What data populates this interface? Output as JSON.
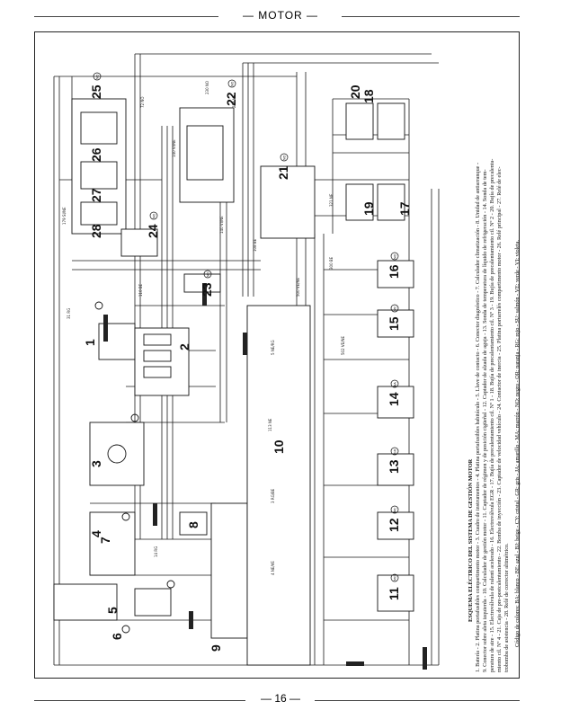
{
  "header": {
    "title": "— MOTOR —"
  },
  "footer": {
    "page_number": "— 16 —"
  },
  "caption": {
    "heading": "ESQUEMA ELÉCTRICO DEL SISTEMA DE GESTIÓN MOTOR",
    "line1": "1. Batería - 2. Platina portafusibles compartimento motor - 3. Cuadro de instrumentos - 4. Platina portafusibles habitáculo - 5. Llave de contacto - 6. Conector diagnóstico - 7. Calculador climatización - 8. Unidad de antiarranque -",
    "line2": "9. Conector sobre aleta izquierda - 10. Calculador de gestión motor - 11. Captador de régimen y de posición cigüeñal - 12. Captador de alzada de aguja - 13. Sonda de temperatura de líquido de refrigeración - 14. Sonda de tem-",
    "line3": "peratura de aire - 15. Electroválvula de ralentí acelerado - 16. Electroválvula EGR - 17. Bujía de precalentamiento cil. Nº 1 - 18. Bujía de precalentamiento cil. Nº 3 - 19. Bujía de precalentamiento cil. Nº 2 - 20. Bujía de precalenta-",
    "line4": "miento cil. Nº 4 - 21. Caja de pre-postcalentamiento - 22. Bomba de inyección - 23. Captador de velocidad vehículo - 24. Contactor de inercia - 25. Platina portarrelés compartimento motor - 26. Relé principal - 27. Relé de elec-",
    "line5": "trobomba de asistencia - 28. Relé de corrector altimétrico.",
    "colors": "Código de colores: BA: blanco - BE: azul - BJ: beige - CY: cristal - GR: gris - JA: amarillo - MA: marrón - NO: negro - OR: naranja - RG: rojo - SU: salmón - VE: verde - VI: violeta."
  },
  "components": [
    {
      "num": "1"
    },
    {
      "num": "2"
    },
    {
      "num": "3"
    },
    {
      "num": "4"
    },
    {
      "num": "5"
    },
    {
      "num": "6"
    },
    {
      "num": "7"
    },
    {
      "num": "8"
    },
    {
      "num": "9"
    },
    {
      "num": "10"
    },
    {
      "num": "11",
      "tag": "MC"
    },
    {
      "num": "12",
      "tag": "MC"
    },
    {
      "num": "13",
      "tag": "GR"
    },
    {
      "num": "14",
      "tag": "BA"
    },
    {
      "num": "15",
      "tag": "MC"
    },
    {
      "num": "16",
      "tag": "NO"
    },
    {
      "num": "17"
    },
    {
      "num": "18"
    },
    {
      "num": "19"
    },
    {
      "num": "20"
    },
    {
      "num": "21",
      "tag": "NO"
    },
    {
      "num": "22",
      "tag": "NO"
    },
    {
      "num": "23",
      "tag": "NO"
    },
    {
      "num": "24",
      "tag": "NO"
    },
    {
      "num": "25",
      "tag": "NO"
    },
    {
      "num": "26"
    },
    {
      "num": "27"
    },
    {
      "num": "28"
    }
  ],
  "wire_labels": [
    "72 NO",
    "110 BE",
    "140 VI/NE",
    "140 VI/NE",
    "179 SI/NE",
    "230 NO",
    "31 RG",
    "500 VE/NE",
    "5 NE/RG",
    "113 NE",
    "214 NE",
    "300 BE",
    "321 NE",
    "108 BE",
    "3 RG/BE",
    "4 NE/VE",
    "14 RG",
    "502 VE/NE"
  ]
}
